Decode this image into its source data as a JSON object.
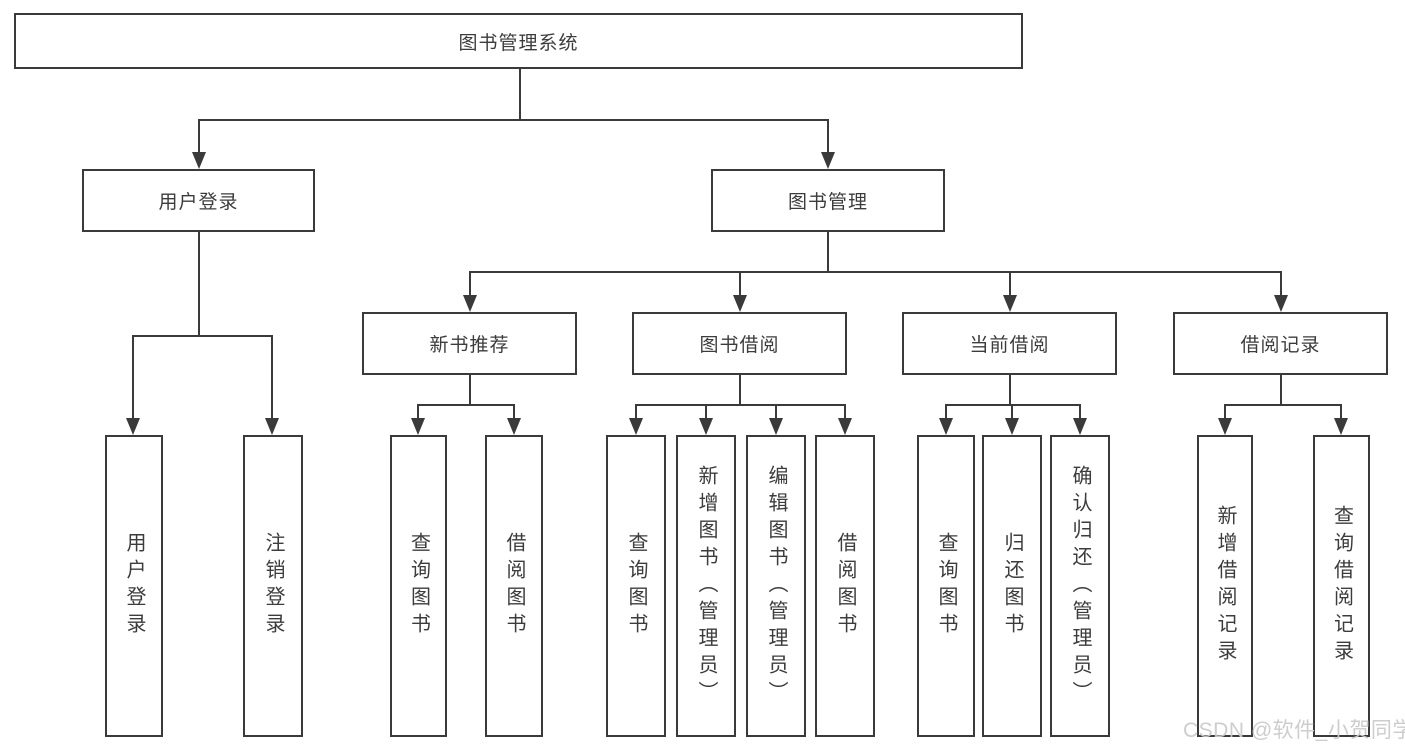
{
  "diagram": {
    "root": {
      "label": "图书管理系统"
    },
    "level2": {
      "user_login": {
        "label": "用户登录"
      },
      "book_management": {
        "label": "图书管理"
      }
    },
    "level3": {
      "new_book_recommend": {
        "label": "新书推荐"
      },
      "book_borrow": {
        "label": "图书借阅"
      },
      "current_borrow": {
        "label": "当前借阅"
      },
      "borrow_record": {
        "label": "借阅记录"
      }
    },
    "leaves": {
      "user_login_children": [
        "用户登录",
        "注销登录"
      ],
      "new_book_recommend_children": [
        "查询图书",
        "借阅图书"
      ],
      "book_borrow_children": [
        "查询图书",
        "新增图书（管理员）",
        "编辑图书（管理员）",
        "借阅图书"
      ],
      "current_borrow_children": [
        "查询图书",
        "归还图书",
        "确认归还（管理员）"
      ],
      "borrow_record_children": [
        "新增借阅记录",
        "查询借阅记录"
      ]
    }
  },
  "watermark": {
    "text": "CSDN @软件_小贺同学"
  },
  "colors": {
    "line": "#3a3a3a",
    "box_border": "#3a3a3a",
    "text": "#3c3c3c",
    "background": "#ffffff",
    "watermark": "#cacaca"
  }
}
